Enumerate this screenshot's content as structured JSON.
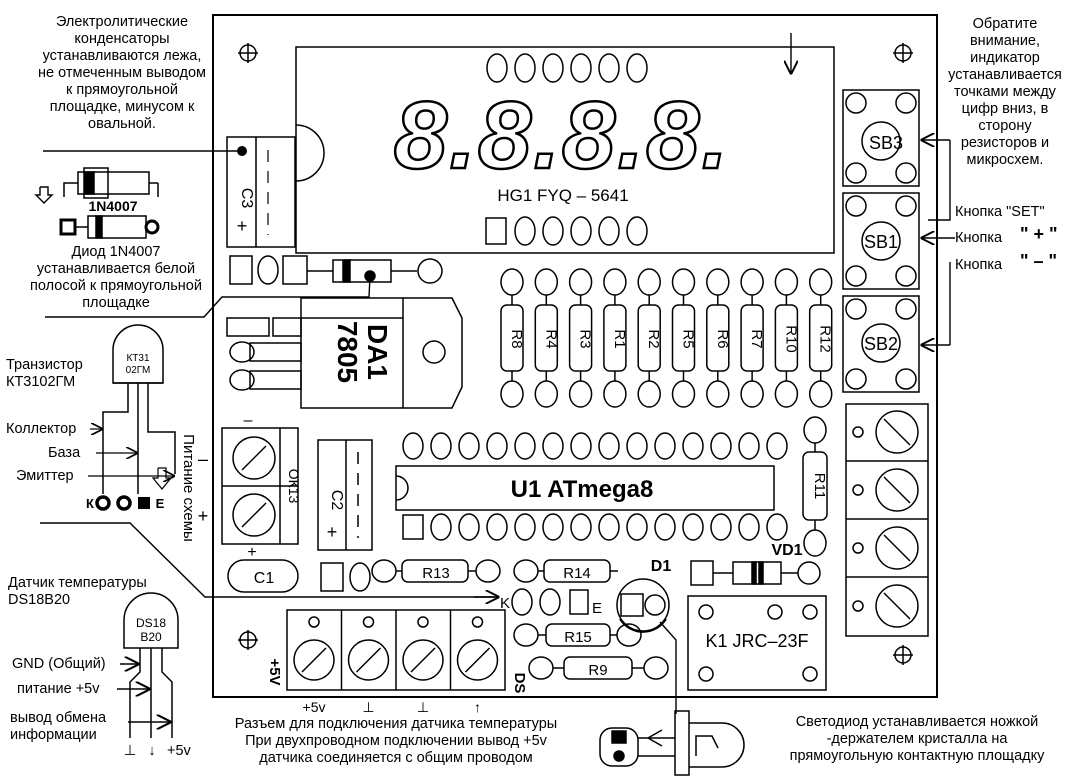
{
  "notes": {
    "electrolytic_caps": "Электролитические\nконденсаторы\nустанавливаются лежа,\nне отмеченным выводом\nк прямоугольной\nплощадке, минусом к\nовальной.",
    "indicator": "Обратите\nвнимание,\nиндикатор\nустанавливается\nточками между\nцифр вниз, в\nсторону\nрезисторов и\nмикросхем.",
    "diode": "Диод 1N4007\nустанавливается белой\nполосой к прямоугольной\nплощадке",
    "transistor": "Транзистор\nКТ3102ГМ",
    "sensor": "Датчик температуры\nDS18B20",
    "connector": "Разъем для подключения датчика температуры\nПри двухпроводном подключении вывод +5v\nдатчика соединяется с общим проводом",
    "led": "Светодиод устанавливается ножкой\n-держателем кристалла на\nпрямоугольную контактную площадку"
  },
  "buttons": {
    "set": "Кнопка \"SET\"",
    "plus_prefix": "Кнопка",
    "plus_sign": "\" + \"",
    "minus_prefix": "Кнопка",
    "minus_sign": "\" – \""
  },
  "transistor_pins": {
    "collector": "Коллектор",
    "base": "База",
    "emitter": "Эмиттер",
    "k": "К",
    "e": "Е",
    "body_line1": "КТ31",
    "body_line2": "02ГМ"
  },
  "sensor_pins": {
    "gnd": "GND (Общий)",
    "power": "питание +5v",
    "data": "вывод обмена\nинформации",
    "bottom_gnd": "⊥",
    "bottom_data": "↓",
    "bottom_power": "+5v",
    "body_line1": "DS18",
    "body_line2": "B20"
  },
  "diode_part": {
    "code": "1N4007"
  },
  "board": {
    "display_digits": "8.8.8.8.",
    "display_label": "HG1 FYQ – 5641",
    "cap_c3": "С3",
    "cap_c2": "С2",
    "cap_c1": "С1",
    "cap_plus": "+",
    "cap_minus": "–",
    "reg_line1": "DA1",
    "reg_line2": "7805",
    "resistors_top": [
      "R8",
      "R4",
      "R3",
      "R1",
      "R2",
      "R5",
      "R6",
      "R7",
      "R10",
      "R12"
    ],
    "r11": "R11",
    "r13": "R13",
    "r14": "R14",
    "r15": "R15",
    "r9": "R9",
    "mcu": "U1 ATmega8",
    "sb3": "SB3",
    "sb1": "SB1",
    "sb2": "SB2",
    "power_label": "Питание схемы",
    "power_minus": "–",
    "power_plus": "+",
    "xk13": "ОК13",
    "vd1": "VD1",
    "d1": "D1",
    "relay": "K1 JRC–23F",
    "k": "K",
    "e": "E",
    "plus5v_side": "+5V",
    "ds": "DS",
    "conn_pins": [
      "+5v",
      "⊥",
      "⊥",
      "↑"
    ],
    "minus_top": "–"
  }
}
